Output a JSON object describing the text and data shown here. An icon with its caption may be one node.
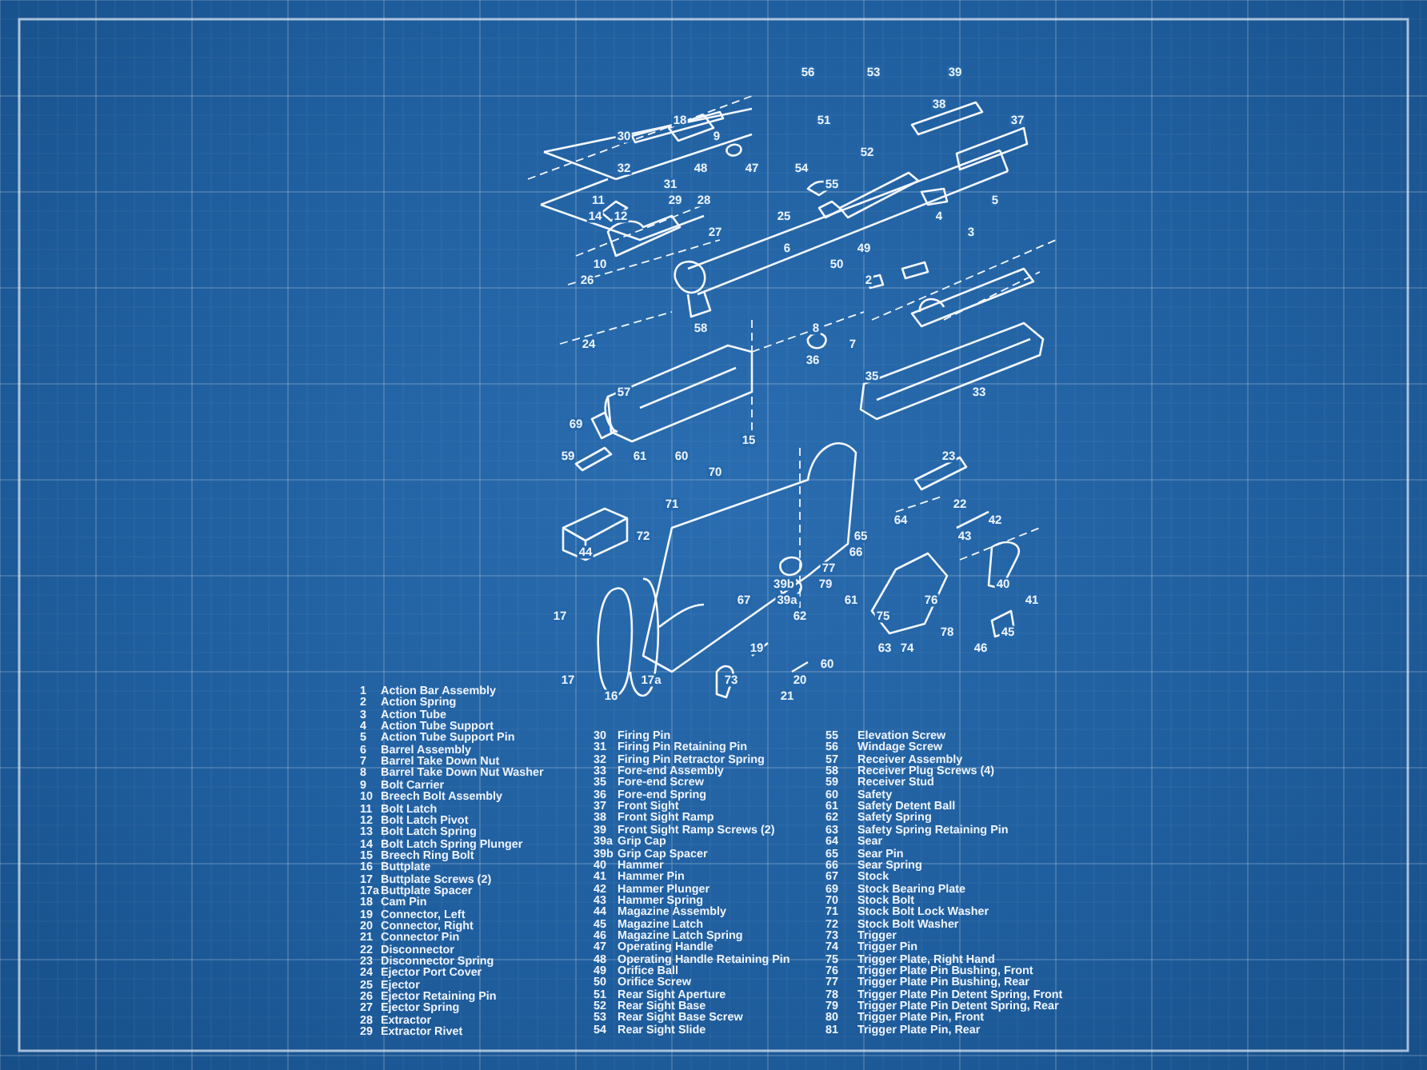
{
  "diagram": {
    "labels": [
      "56",
      "53",
      "39",
      "38",
      "18",
      "51",
      "37",
      "30",
      "9",
      "52",
      "32",
      "48",
      "47",
      "54",
      "31",
      "55",
      "11",
      "29",
      "28",
      "5",
      "14",
      "12",
      "25",
      "4",
      "27",
      "3",
      "6",
      "49",
      "10",
      "50",
      "26",
      "2",
      "58",
      "8",
      "24",
      "7",
      "36",
      "35",
      "57",
      "33",
      "69",
      "15",
      "59",
      "61",
      "60",
      "23",
      "70",
      "71",
      "22",
      "64",
      "42",
      "72",
      "65",
      "43",
      "44",
      "66",
      "77",
      "39b",
      "79",
      "40",
      "67",
      "39a",
      "61",
      "76",
      "41",
      "17",
      "62",
      "75",
      "78",
      "45",
      "19",
      "63",
      "74",
      "46",
      "60",
      "17",
      "17a",
      "73",
      "20",
      "16",
      "21",
      "1",
      "Action Bar Assembly",
      "2",
      "Action Spring",
      "3",
      "Action Tube",
      "4",
      "Action Tube Support",
      "5",
      "Action Tube Support Pin",
      "6",
      "Barrel Assembly",
      "7",
      "Barrel Take Down Nut",
      "8",
      "Barrel Take Down Nut Washer",
      "9",
      "Bolt Carrier",
      "10",
      "Breech Bolt Assembly",
      "11",
      "Bolt Latch",
      "12",
      "Bolt Latch Pivot",
      "13",
      "Bolt Latch Spring",
      "14",
      "Bolt Latch Spring Plunger",
      "15",
      "Breech Ring Bolt",
      "16",
      "Buttplate",
      "17",
      "Buttplate Screws (2)",
      "17a",
      "Buttplate Spacer",
      "18",
      "Cam Pin",
      "19",
      "Connector, Left",
      "20",
      "Connector, Right",
      "21",
      "Connector Pin",
      "22",
      "Disconnector",
      "23",
      "Disconnector Spring",
      "24",
      "Ejector Port Cover",
      "25",
      "Ejector",
      "26",
      "Ejector Retaining Pin",
      "27",
      "Ejector Spring",
      "28",
      "Extractor",
      "29",
      "Extractor Rivet",
      "30",
      "Firing Pin",
      "31",
      "Firing Pin Retaining Pin",
      "32",
      "Firing Pin Retractor Spring",
      "33",
      "Fore-end Assembly",
      "35",
      "Fore-end Screw",
      "36",
      "Fore-end Spring",
      "37",
      "Front Sight",
      "38",
      "Front Sight Ramp",
      "39",
      "Front Sight Ramp Screws (2)",
      "39a",
      "Grip Cap",
      "39b",
      "Grip Cap Spacer",
      "40",
      "Hammer",
      "41",
      "Hammer Pin",
      "42",
      "Hammer Plunger",
      "43",
      "Hammer Spring",
      "44",
      "Magazine Assembly",
      "45",
      "Magazine Latch",
      "46",
      "Magazine Latch Spring",
      "47",
      "Operating Handle",
      "48",
      "Operating Handle Retaining Pin",
      "49",
      "Orifice Ball",
      "50",
      "Orifice Screw",
      "51",
      "Rear Sight Aperture",
      "52",
      "Rear Sight Base",
      "53",
      "Rear Sight Base Screw",
      "54",
      "Rear Sight Slide",
      "55",
      "Elevation Screw",
      "56",
      "Windage Screw",
      "57",
      "Receiver Assembly",
      "58",
      "Receiver Plug Screws (4)",
      "59",
      "Receiver Stud",
      "60",
      "Safety",
      "61",
      "Safety Detent Ball",
      "62",
      "Safety Spring",
      "63",
      "Safety Spring Retaining Pin",
      "64",
      "Sear",
      "65",
      "Sear Pin",
      "66",
      "Sear Spring",
      "67",
      "Stock",
      "69",
      "Stock Bearing Plate",
      "70",
      "Stock Bolt",
      "71",
      "Stock Bolt Lock Washer",
      "72",
      "Stock Bolt Washer",
      "73",
      "Trigger",
      "74",
      "Trigger Pin",
      "75",
      "Trigger Plate, Right Hand",
      "76",
      "Trigger Plate Pin Bushing, Front",
      "77",
      "Trigger Plate Pin Bushing, Rear",
      "78",
      "Trigger Plate Pin Detent Spring, Front",
      "79",
      "Trigger Plate Pin Detent Spring, Rear",
      "80",
      "Trigger Plate Pin, Front",
      "81",
      "Trigger Plate Pin, Rear"
    ]
  }
}
